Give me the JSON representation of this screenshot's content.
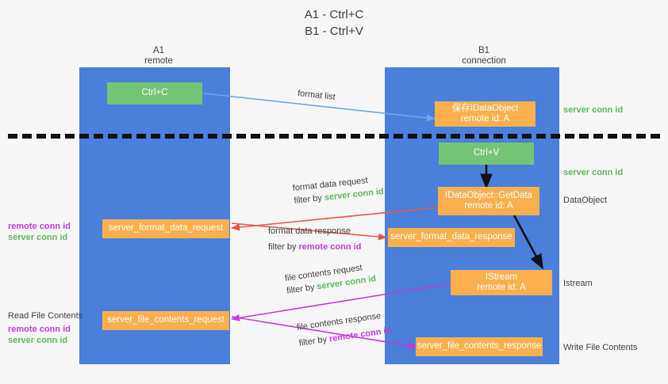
{
  "title": {
    "line1": "A1 - Ctrl+C",
    "line2": "B1 - Ctrl+V"
  },
  "lanes": [
    {
      "name": "A1",
      "sub": "remote"
    },
    {
      "name": "B1",
      "sub": "connection"
    }
  ],
  "boxes": {
    "ctrl_c": {
      "line1": "Ctrl+C",
      "line2": "",
      "color": "#74c476"
    },
    "save_idataobject": {
      "line1": "保存IDataObject",
      "line2": "remote id: A",
      "color": "#fbb04d"
    },
    "ctrl_v": {
      "line1": "Ctrl+V",
      "line2": "",
      "color": "#74c476"
    },
    "getdata": {
      "line1": "IDataObject::GetData",
      "line2": "remote id: A",
      "color": "#fbb04d"
    },
    "fmt_req": {
      "line1": "server_format_data_request",
      "line2": "",
      "color": "#fbb04d"
    },
    "fmt_resp": {
      "line1": "server_format_data_response",
      "line2": "",
      "color": "#fbb04d"
    },
    "istream": {
      "line1": "IStream",
      "line2": "remote id: A",
      "color": "#fbb04d"
    },
    "file_req": {
      "line1": "server_file_contents_request",
      "line2": "",
      "color": "#fbb04d"
    },
    "file_resp": {
      "line1": "server_file_contents_response",
      "line2": "",
      "color": "#fbb04d"
    }
  },
  "right_labels": [
    {
      "text": "server conn id",
      "style": "green"
    },
    {
      "text": "server conn id",
      "style": "green"
    },
    {
      "text": "DataObject",
      "style": "plain"
    },
    {
      "text": "Istream",
      "style": "plain"
    },
    {
      "text": "Write File Contents",
      "style": "plain"
    }
  ],
  "left_labels": {
    "format_block": [
      {
        "text": "remote conn id",
        "style": "purple"
      },
      {
        "text": "server conn id",
        "style": "green"
      }
    ],
    "file_block_title": "Read File Contents",
    "file_block": [
      {
        "text": "remote conn id",
        "style": "purple"
      },
      {
        "text": "server conn id",
        "style": "green"
      }
    ]
  },
  "edges": [
    {
      "name": "format-list",
      "line1": "format list",
      "filter_prefix": "",
      "filter_value": "",
      "filter_style": ""
    },
    {
      "name": "format-data-request",
      "line1": "format data request",
      "filter_prefix": "filter by",
      "filter_value": "server conn id",
      "filter_style": "green"
    },
    {
      "name": "format-data-response",
      "line1": "format data response",
      "filter_prefix": "filter by",
      "filter_value": "remote conn id",
      "filter_style": "purple"
    },
    {
      "name": "file-contents-request",
      "line1": "file contents request",
      "filter_prefix": "filter by",
      "filter_value": "server conn id",
      "filter_style": "green"
    },
    {
      "name": "file-contents-response",
      "line1": "file contents response",
      "filter_prefix": "filter by",
      "filter_value": "remote conn id",
      "filter_style": "purple"
    }
  ],
  "colors": {
    "lane": "#4a7fdb",
    "green_box": "#74c476",
    "orange_box": "#fbb04d",
    "green_text": "#5cb85c",
    "purple_text": "#c23bdd",
    "blue_arrow": "#6aa9e9",
    "red_arrow": "#e8574b",
    "magenta_arrow": "#c23bdd",
    "black_arrow": "#111111",
    "background": "#f7f7f7"
  }
}
